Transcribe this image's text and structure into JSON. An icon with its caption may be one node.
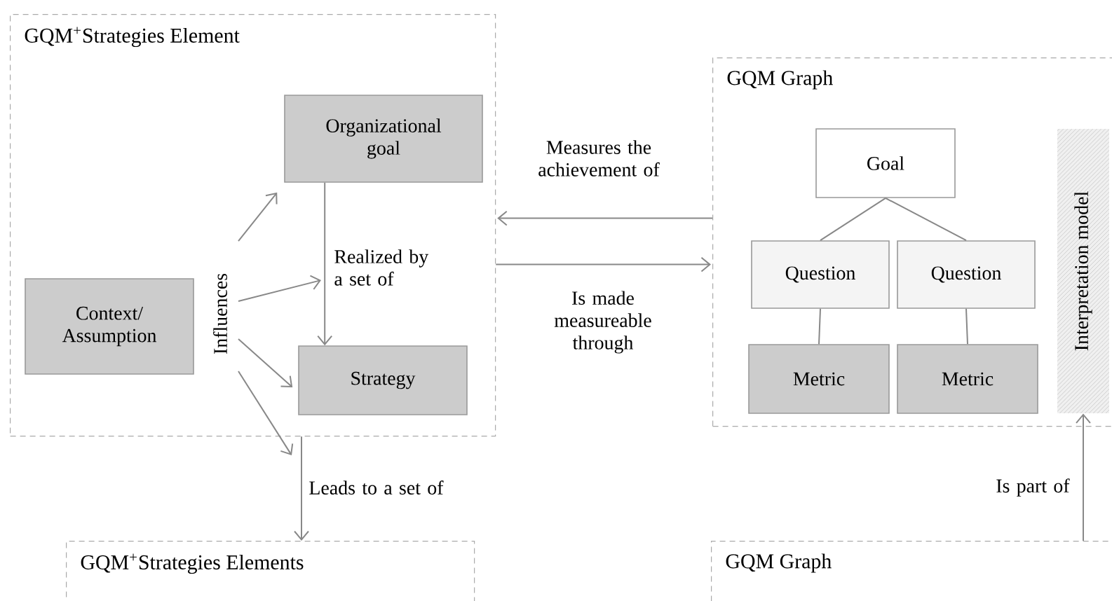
{
  "diagram": {
    "nodes": [
      {
        "text": [
          "GQM$^{+}$Strategies Element"
        ]
      },
      {
        "text": [
          "Organizational goal"
        ],
        "in": 0
      },
      {
        "text": [
          "Context/ Assumption"
        ],
        "in": 0
      },
      {
        "text": [
          "Strategy"
        ],
        "in": 0
      },
      {
        "text": [
          "Influences"
        ],
        "in": 0
      },
      {
        "text": [
          "GQM Graph"
        ]
      },
      {
        "text": [
          "Goal"
        ],
        "in": 5
      },
      {
        "text": [
          "Question"
        ],
        "in": 5
      },
      {
        "text": [
          "Question"
        ],
        "in": 5
      },
      {
        "text": [
          "Metric"
        ],
        "in": 5
      },
      {
        "text": [
          "Metric"
        ],
        "in": 5
      },
      {
        "text": [
          "Interpretation model"
        ],
        "in": 5
      },
      {
        "text": [
          "GQM$^{+}$Strategies Elements"
        ]
      },
      {
        "text": [
          "GQM Graph"
        ]
      }
    ],
    "edges": [
      {
        "from": 1,
        "to": 3,
        "arrow": "to",
        "label": "Realized by a set of"
      },
      {
        "from": 4,
        "to": 1,
        "arrow": "to"
      },
      {
        "from": 4,
        "to": null,
        "arrow": "to"
      },
      {
        "from": 4,
        "to": 3,
        "arrow": "to"
      },
      {
        "from": 4,
        "to": null,
        "arrow": "to"
      },
      {
        "from": 0,
        "to": 12,
        "arrow": "to",
        "label": "Leads to a set of"
      },
      {
        "from": 5,
        "to": 0,
        "arrow": "to",
        "label": "Measures the achievement of"
      },
      {
        "from": 0,
        "to": 5,
        "arrow": "to",
        "label": "Is made measureable through"
      },
      {
        "from": 6,
        "to": 7,
        "arrow": "none"
      },
      {
        "from": 6,
        "to": 8,
        "arrow": "none"
      },
      {
        "from": 7,
        "to": 9,
        "arrow": "none"
      },
      {
        "from": 8,
        "to": 10,
        "arrow": "none"
      },
      {
        "from": 13,
        "to": 11,
        "arrow": "to",
        "label": "Is part of"
      }
    ]
  }
}
